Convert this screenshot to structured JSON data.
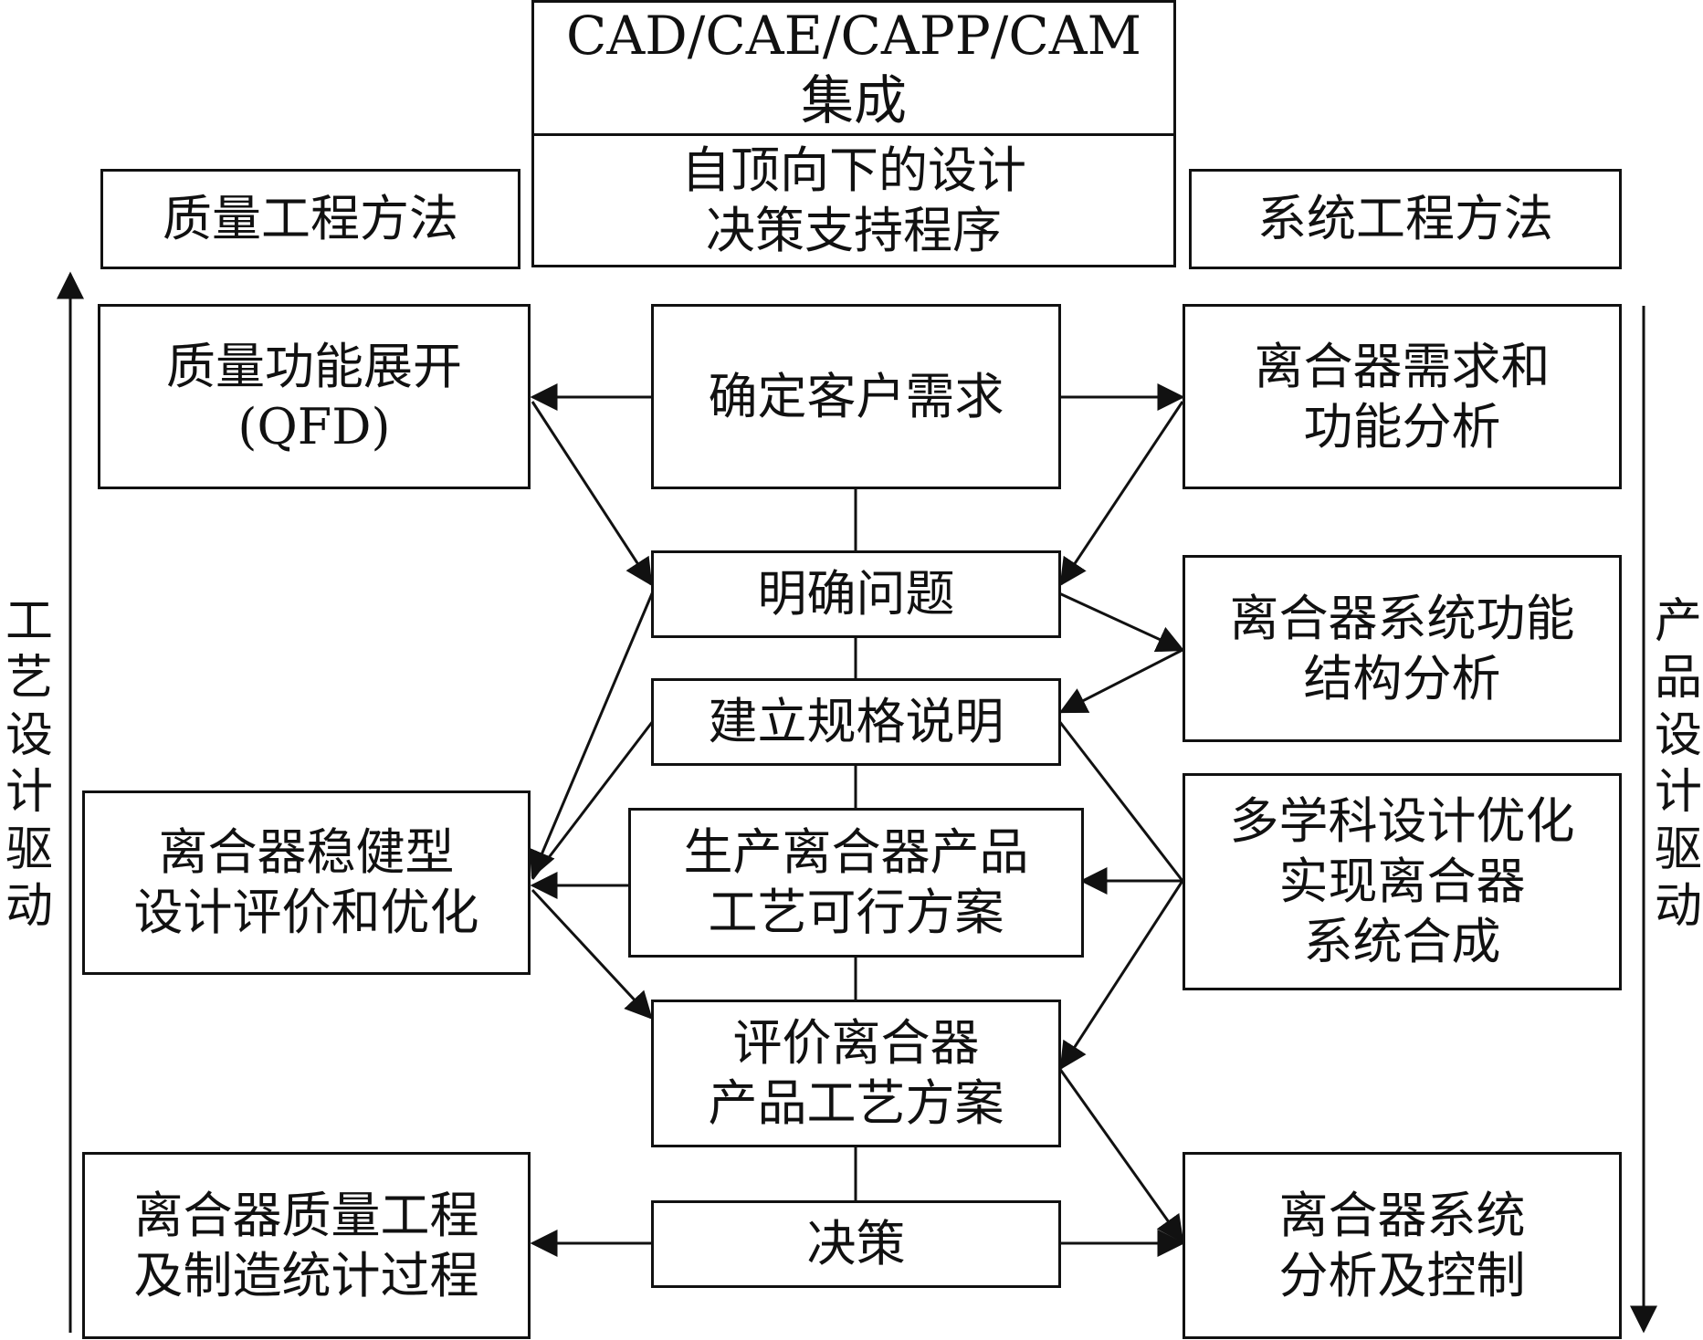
{
  "top": {
    "integration": "CAD/CAE/CAPP/CAM\n集成",
    "topdown": "自顶向下的设计\n决策支持程序",
    "quality_method": "质量工程方法",
    "system_method": "系统工程方法"
  },
  "left": {
    "qfd": "质量功能展开\n(QFD)",
    "robust": "离合器稳健型\n设计评价和优化",
    "quality_stat": "离合器质量工程\n及制造统计过程"
  },
  "center": {
    "customer": "确定客户需求",
    "clarify": "明确问题",
    "spec": "建立规格说明",
    "feasible": "生产离合器产品\n工艺可行方案",
    "evaluate": "评价离合器\n产品工艺方案",
    "decision": "决策"
  },
  "right": {
    "requirement": "离合器需求和\n功能分析",
    "structure": "离合器系统功能\n结构分析",
    "mdo": "多学科设计优化\n实现离合器\n系统合成",
    "control": "离合器系统\n分析及控制"
  },
  "side": {
    "process_driven": "工\n艺\n设\n计\n驱\n动",
    "product_driven": "产\n品\n设\n计\n驱\n动"
  },
  "colors": {
    "line": "#111111",
    "background": "#ffffff"
  }
}
